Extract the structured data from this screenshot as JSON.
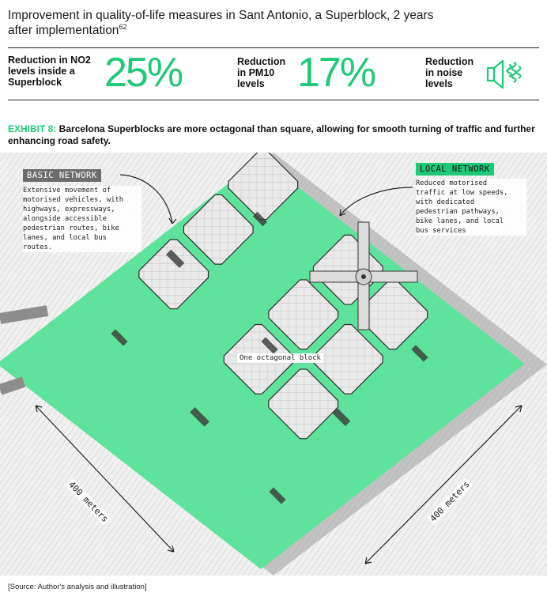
{
  "title": "Improvement in quality-of-life measures in Sant Antonio, a Superblock, 2 years after implementation",
  "title_footnote": "62",
  "stats": [
    {
      "label": "Reduction in NO2 levels inside a Superblock",
      "value": "25%"
    },
    {
      "label": "Reduction in PM10 levels",
      "value": "17%"
    },
    {
      "label": "Reduction in noise levels"
    }
  ],
  "accent_color": "#1ec978",
  "exhibit": {
    "tag": "EXHIBIT 8:",
    "text": " Barcelona Superblocks are more octagonal than square, allowing for smooth turning of traffic and further enhancing road safety."
  },
  "map": {
    "basic_network": {
      "title": "BASIC NETWORK",
      "description": "Extensive movement of\nmotorised vehicles, with\nhighways, expressways,\nalongside accessible\npedestrian routes, bike\nlanes, and local bus\nroutes."
    },
    "local_network": {
      "title": "LOCAL NETWORK",
      "description": "Reduced motorised\ntraffic at low speeds,\nwith dedicated\npedestrian pathways,\nbike lanes, and local\nbus services"
    },
    "center_label": "One octagonal block",
    "distance_left": "400 meters",
    "distance_right": "400 meters"
  },
  "source": "[Source: Author's analysis and illustration]",
  "icons": {
    "noise": "speaker-noise-icon"
  }
}
